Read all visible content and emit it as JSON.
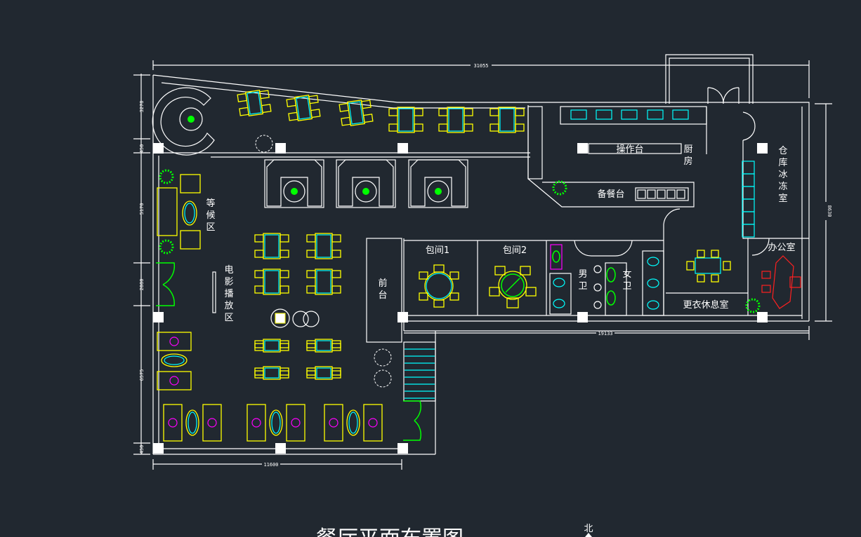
{
  "drawing": {
    "title": "餐厅平面布置图",
    "north_label": "北"
  },
  "rooms": {
    "operation_counter": "操作台",
    "kitchen": [
      "厨",
      "房"
    ],
    "serving_counter": "备餐台",
    "storage_freezer": [
      "仓",
      "库",
      "冰",
      "冻",
      "室"
    ],
    "office": "办公室",
    "private_room_1": "包间1",
    "private_room_2": "包间2",
    "mens_restroom": [
      "男",
      "卫"
    ],
    "womens_restroom": [
      "女",
      "卫"
    ],
    "changing_rest_room": "更衣休息室",
    "front_desk": [
      "前",
      "台"
    ],
    "waiting_area": [
      "等",
      "候",
      "区"
    ],
    "movie_area": [
      "电",
      "影",
      "播",
      "放",
      "区"
    ]
  },
  "dimensions": {
    "top_total": "31055",
    "left_1": "3278",
    "left_2": "450",
    "left_3": "5170",
    "left_4": "2080",
    "left_5": "6575",
    "left_6": "450",
    "bottom_left": "11600",
    "bottom_right": "19133",
    "right_total": "8630"
  },
  "colors": {
    "background": "#212830",
    "walls": "#ffffff",
    "furniture": "#ffff00",
    "tables": "#00ffff",
    "plants": "#00ff00",
    "accent": "#ff00ff",
    "office_furniture": "#ff2020"
  }
}
